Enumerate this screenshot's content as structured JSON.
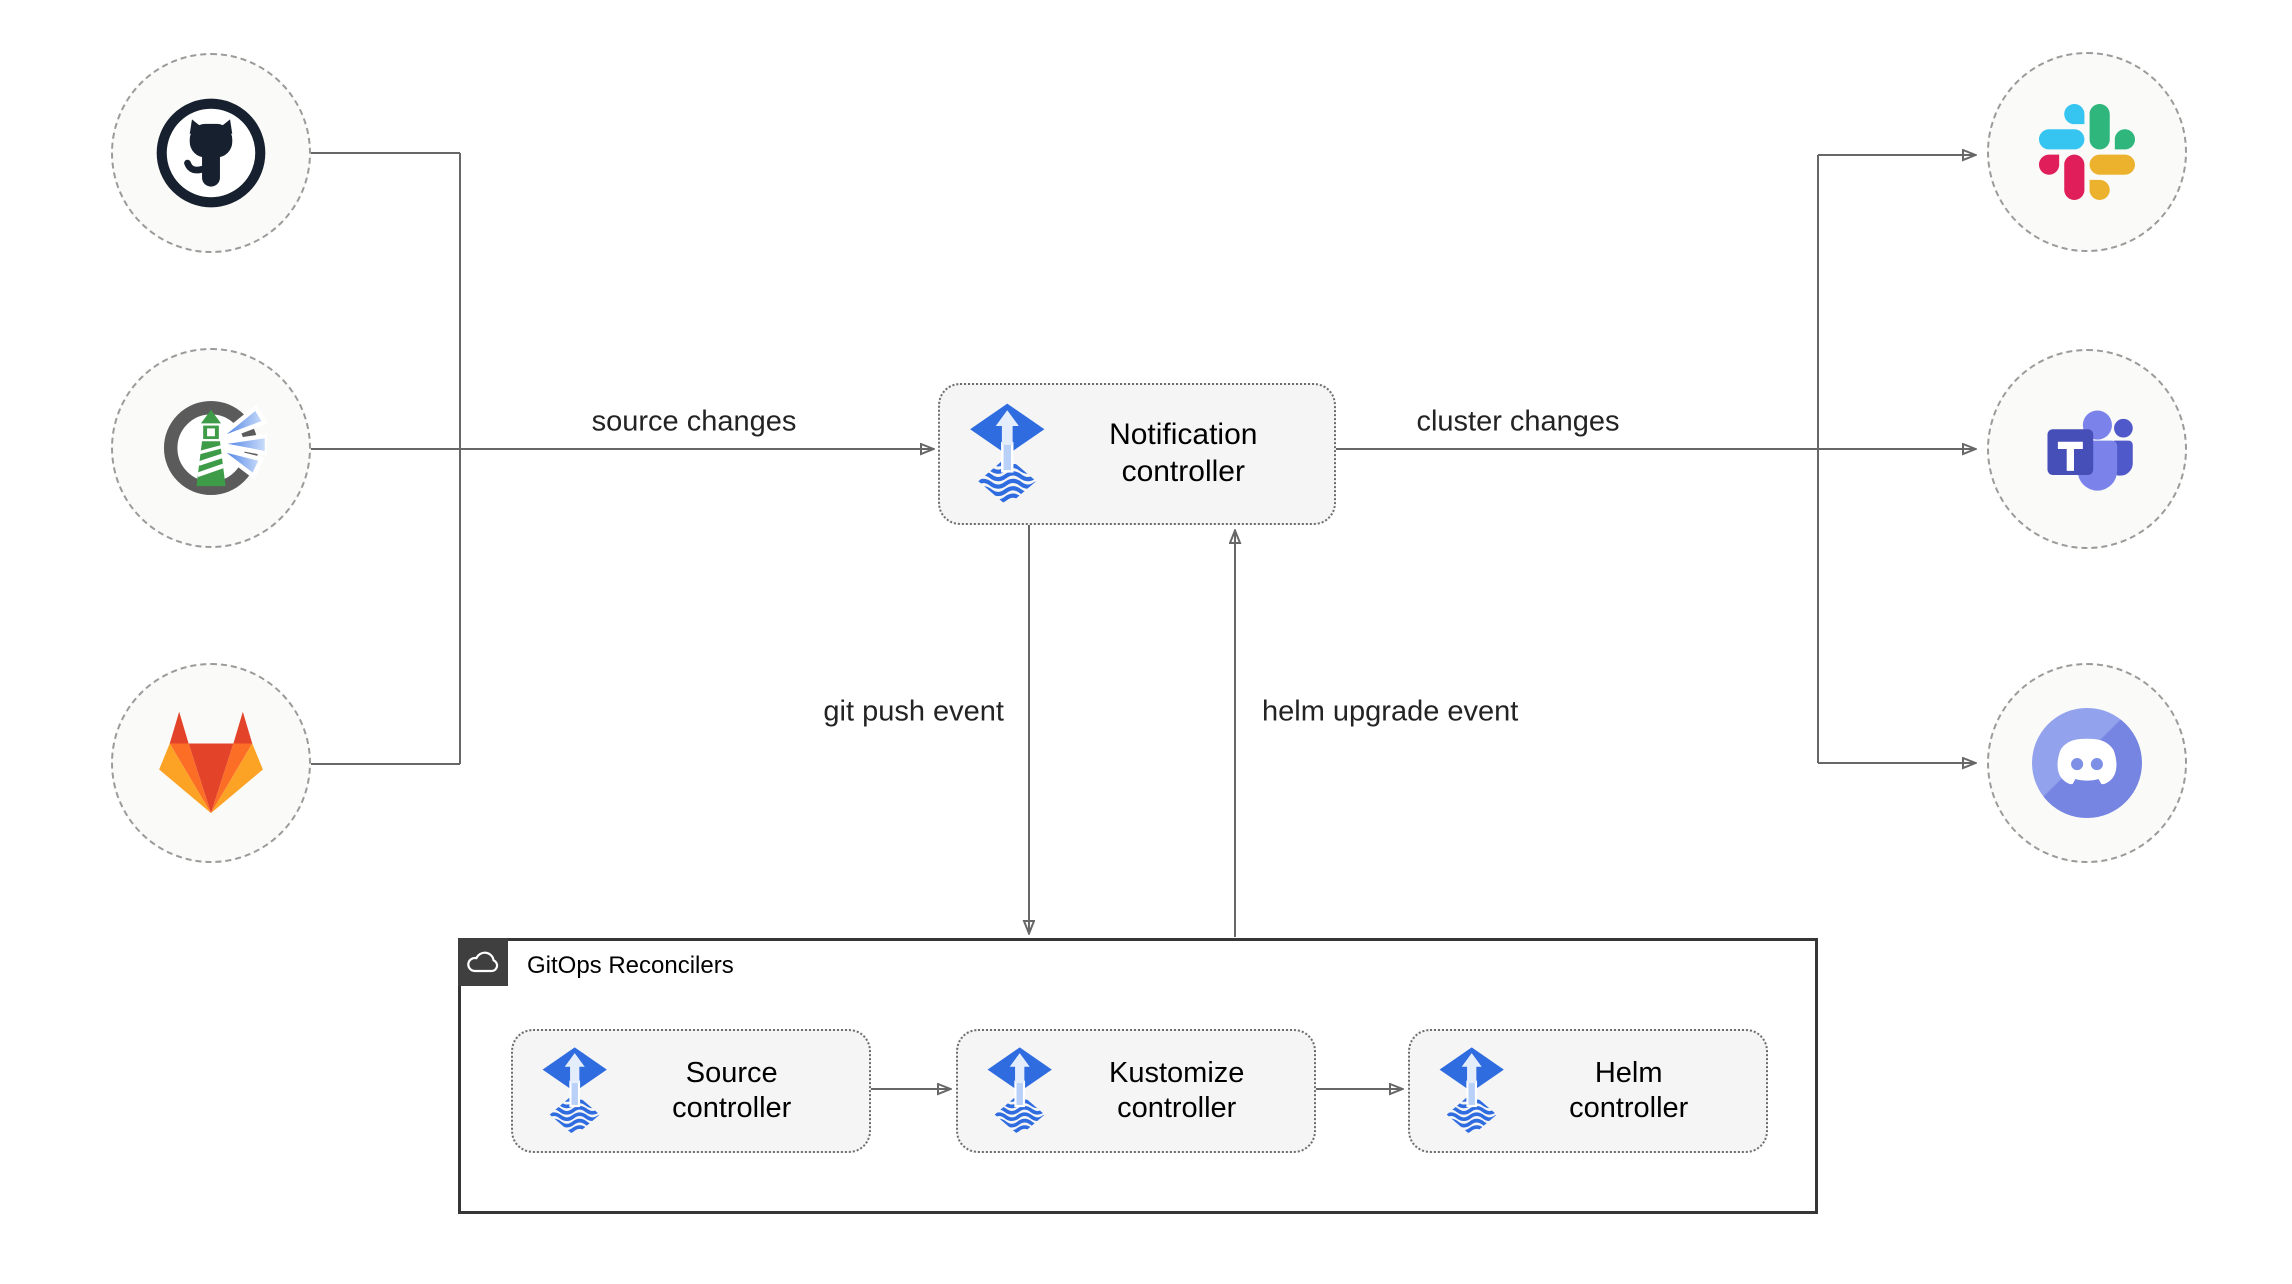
{
  "diagram": {
    "sources": [
      {
        "id": "github",
        "name": "GitHub"
      },
      {
        "id": "harbor",
        "name": "Harbor"
      },
      {
        "id": "gitlab",
        "name": "GitLab"
      }
    ],
    "notification_controller": {
      "label": "Notification controller"
    },
    "alert_providers": [
      {
        "id": "slack",
        "name": "Slack"
      },
      {
        "id": "teams",
        "name": "Microsoft Teams"
      },
      {
        "id": "discord",
        "name": "Discord"
      }
    ],
    "edges": {
      "source_changes": "source changes",
      "cluster_changes": "cluster changes",
      "git_push_event": "git push event",
      "helm_upgrade_event": "helm upgrade event"
    },
    "reconcilers_group": {
      "title": "GitOps Reconcilers",
      "controllers": [
        {
          "label": "Source controller"
        },
        {
          "label": "Kustomize controller"
        },
        {
          "label": "Helm controller"
        }
      ]
    },
    "colors": {
      "flux_blue": "#2f6ce0",
      "line_gray": "#676767",
      "github_dark": "#16202e",
      "harbor_gray": "#5b5b5b",
      "harbor_green": "#3e9b47",
      "gitlab_red": "#e24329",
      "gitlab_orange": "#fc6d26",
      "gitlab_yellow": "#fca326",
      "slack_blue": "#36C5F0",
      "slack_green": "#2EB67D",
      "slack_red": "#E01E5A",
      "slack_yellow": "#ECB22E",
      "teams_purple": "#464eb8",
      "teams_light_purple": "#7b83eb",
      "discord_blurple": "#7e90e6"
    }
  }
}
